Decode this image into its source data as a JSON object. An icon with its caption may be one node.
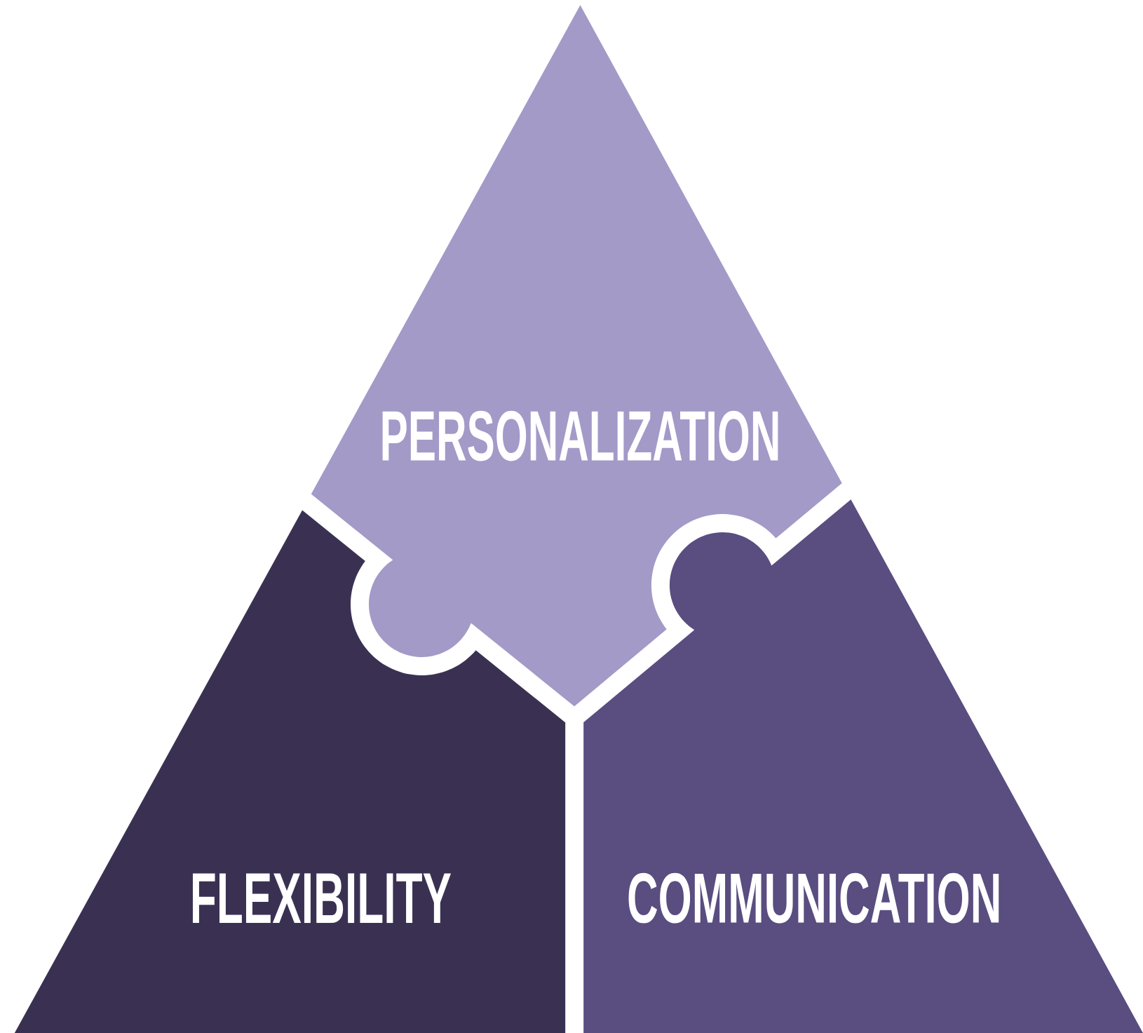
{
  "diagram": {
    "nodes": [
      {
        "text": [
          "PERSONALIZATION"
        ]
      },
      {
        "text": [
          "FLEXIBILITY"
        ]
      },
      {
        "text": [
          "COMMUNICATION"
        ]
      }
    ]
  }
}
